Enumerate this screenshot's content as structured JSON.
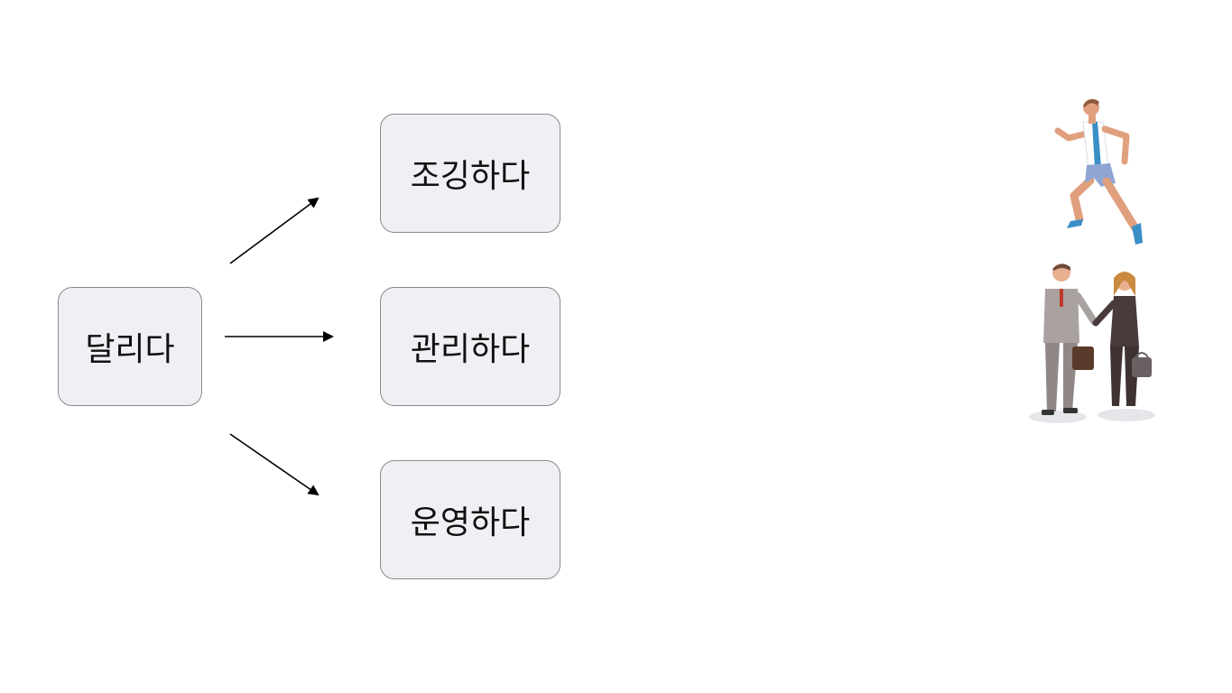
{
  "diagram": {
    "source": {
      "label": "달리다"
    },
    "targets": [
      {
        "label": "조깅하다"
      },
      {
        "label": "관리하다"
      },
      {
        "label": "운영하다"
      }
    ]
  },
  "illustrations": [
    {
      "icon": "runner-illustration"
    },
    {
      "icon": "business-people-illustration"
    }
  ],
  "colors": {
    "node_fill": "#efeff4",
    "node_border": "#8a8a8e",
    "arrow": "#000000"
  }
}
